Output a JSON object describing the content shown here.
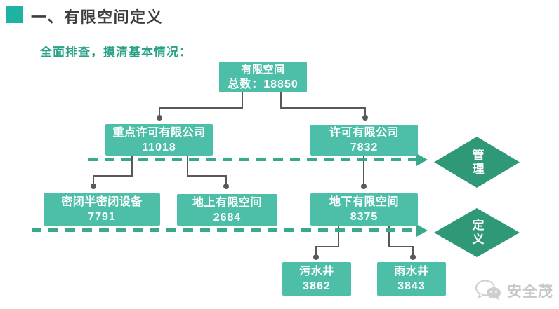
{
  "header": {
    "title": "一、有限空间定义",
    "subtitle": "全面排查，摸清基本情况："
  },
  "flowchart": {
    "nodes": {
      "total": {
        "line1": "有限空间",
        "line2": "总数：18850"
      },
      "key_permit": {
        "line1": "重点许可有限公司",
        "line2": "11018"
      },
      "permit": {
        "line1": "许可有限公司",
        "line2": "7832"
      },
      "closed_equip": {
        "line1": "密闭半密闭设备",
        "line2": "7791"
      },
      "above_ground": {
        "line1": "地上有限空间",
        "line2": "2684"
      },
      "below_ground": {
        "line1": "地下有限空间",
        "line2": "8375"
      },
      "sewage_well": {
        "line1": "污水井",
        "line2": "3862"
      },
      "rain_well": {
        "line1": "雨水井",
        "line2": "3843"
      }
    },
    "edges": [
      {
        "from": "total",
        "to": "key_permit"
      },
      {
        "from": "total",
        "to": "permit"
      },
      {
        "from": "key_permit",
        "to": "closed_equip"
      },
      {
        "from": "key_permit",
        "to": "above_ground"
      },
      {
        "from": "permit",
        "to": "below_ground"
      },
      {
        "from": "below_ground",
        "to": "sewage_well"
      },
      {
        "from": "below_ground",
        "to": "rain_well"
      }
    ],
    "diamonds": {
      "manage": "管理",
      "define": "定义"
    }
  },
  "watermark": {
    "text": "安全茂"
  },
  "colors": {
    "box": "#4dbfa8",
    "diamond": "#2f9878",
    "dash_line": "#38a98d",
    "connector": "#595959",
    "title_square": "#1eb2a3",
    "subtitle_text": "#2aa287",
    "title_text": "#3d3d3d",
    "watermark_text": "#c8c8c8"
  }
}
